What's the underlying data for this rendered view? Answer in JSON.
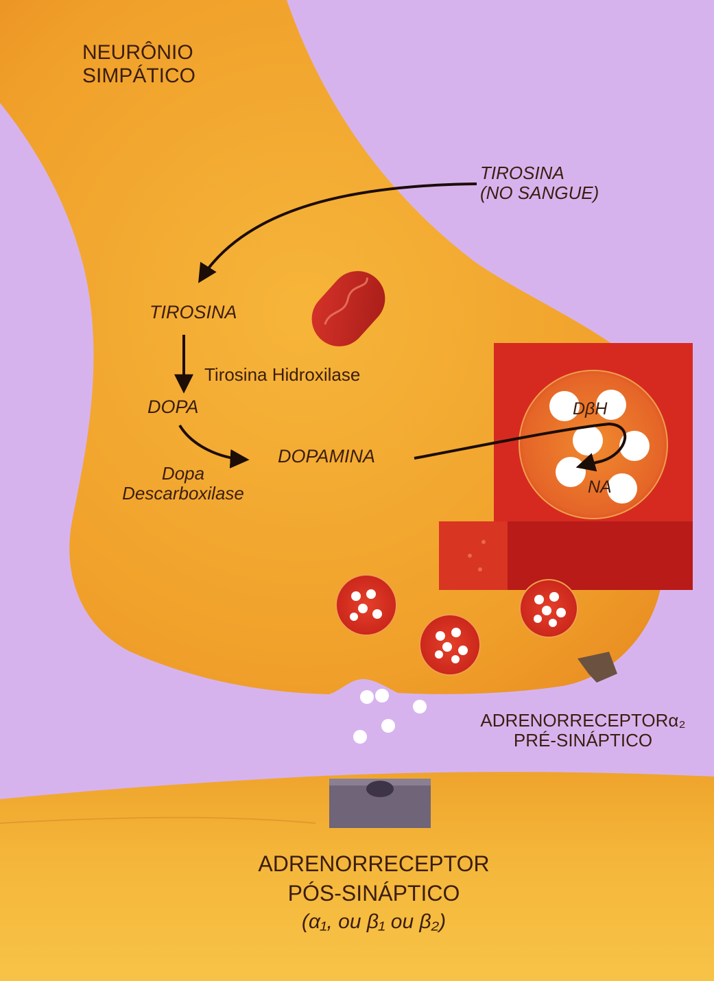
{
  "diagram": {
    "neuron_title": [
      "NEURÔNIO",
      "SIMPÁTICO"
    ],
    "tyrosine_blood": [
      "TIROSINA",
      "(NO SANGUE)"
    ],
    "tyrosine": "TIROSINA",
    "tyrosine_hydroxylase": "Tirosina Hidroxilase",
    "dopa": "DOPA",
    "dopa_decarboxylase": [
      "Dopa",
      "Descarboxilase"
    ],
    "dopamine": "DOPAMINA",
    "dbh": "DβH",
    "na": "NA",
    "presynaptic_receptor": [
      "ADRENORRECEPTORα₂",
      "PRÉ-SINÁPTICO"
    ],
    "postsynaptic_receptor": [
      "ADRENORRECEPTOR",
      "PÓS-SINÁPTICO",
      "(α₁, ou β₁ ou β₂)"
    ]
  },
  "colors": {
    "background": "#d7b3ee",
    "neuron": "#f2a52e",
    "vesicle_box": "#c8201c",
    "vesicle": "#d8301c",
    "mitochondrion": "#c22c1e",
    "receptor": "#6f6478",
    "label_text": "#3b1d10"
  }
}
